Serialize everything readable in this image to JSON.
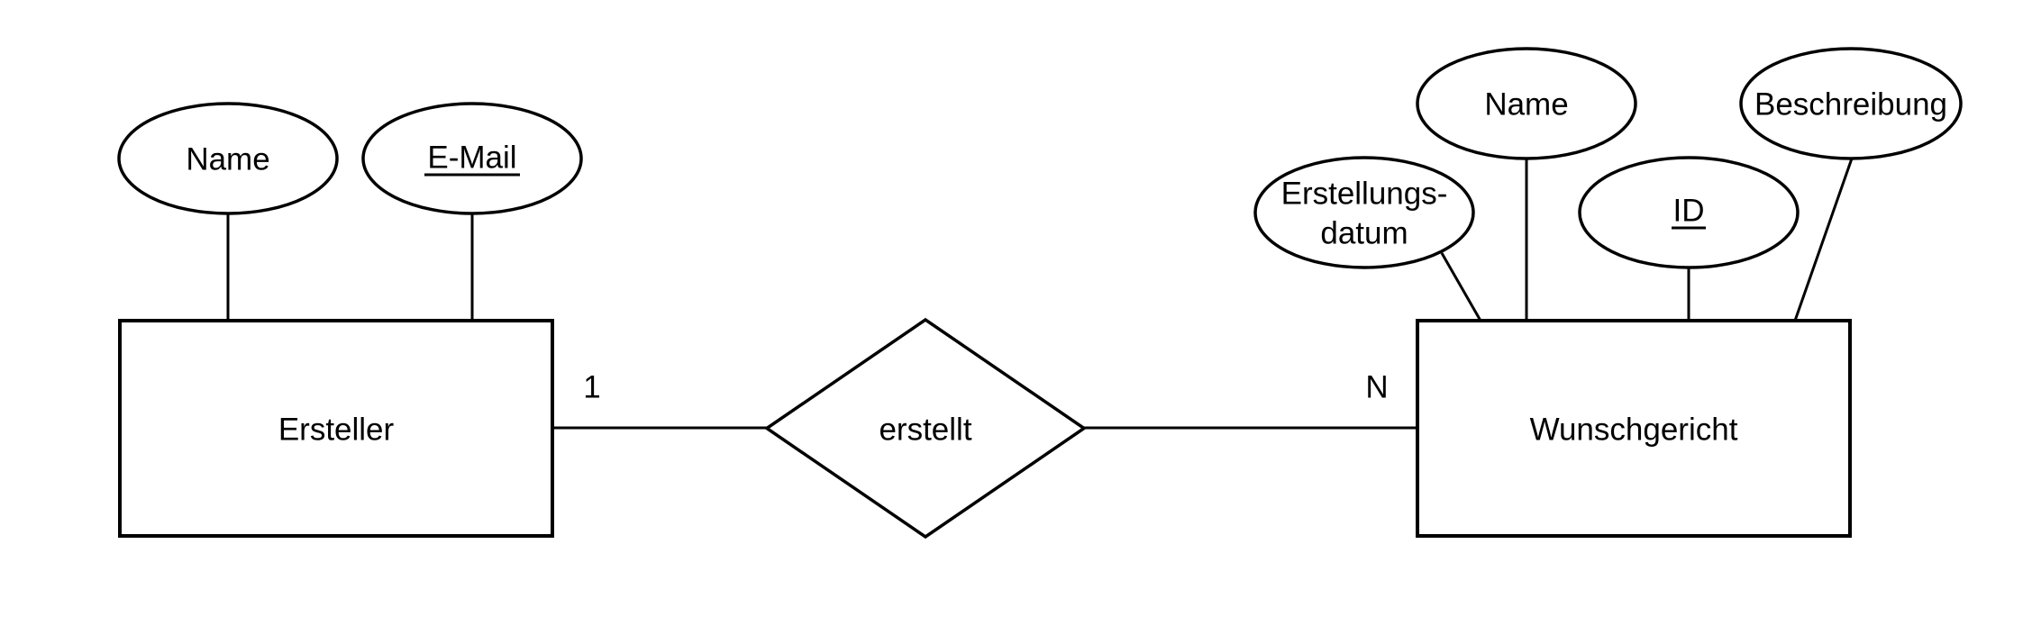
{
  "diagram": {
    "kind": "entity-relationship-diagram",
    "colors": {
      "stroke": "#000000",
      "text": "#000000",
      "background": "#ffffff"
    },
    "entities": [
      {
        "id": "ersteller",
        "label": "Ersteller",
        "attributes": [
          {
            "label": "Name",
            "primary_key": false
          },
          {
            "label": "E-Mail",
            "primary_key": true
          }
        ]
      },
      {
        "id": "wunschgericht",
        "label": "Wunschgericht",
        "attributes": [
          {
            "label_line1": "Erstellungs-",
            "label_line2": "datum",
            "primary_key": false
          },
          {
            "label": "Name",
            "primary_key": false
          },
          {
            "label": "ID",
            "primary_key": true
          },
          {
            "label": "Beschreibung",
            "primary_key": false
          }
        ]
      }
    ],
    "relationship": {
      "label": "erstellt",
      "cardinality_left": "1",
      "cardinality_right": "N"
    }
  }
}
